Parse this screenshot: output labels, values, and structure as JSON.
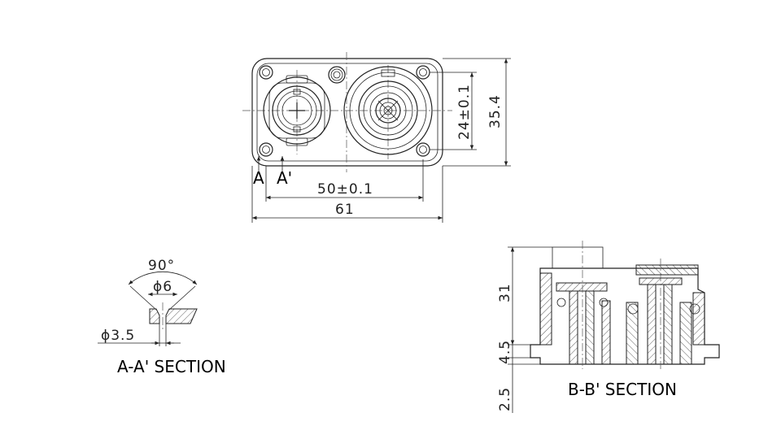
{
  "front_view": {
    "section_marks": {
      "a": "A",
      "a_prime": "A'"
    },
    "dims": {
      "hole_spacing": "50±0.1",
      "overall_width": "61",
      "vertical_spacing": "24±0.1",
      "overall_height": "35.4"
    }
  },
  "section_aa": {
    "title": "A-A' SECTION",
    "dims": {
      "angle": "90°",
      "countersink": "ϕ6",
      "hole": "ϕ3.5"
    }
  },
  "section_bb": {
    "title": "B-B' SECTION",
    "dims": {
      "height": "31",
      "flange": "4.5",
      "offset": "2.5"
    }
  }
}
